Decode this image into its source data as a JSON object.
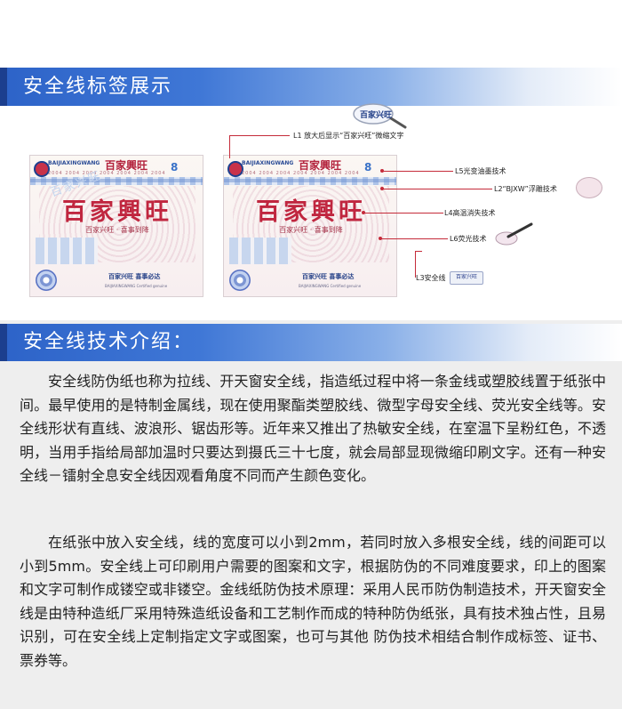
{
  "section1": {
    "title": "安全线标签展示"
  },
  "section2": {
    "title": "安全线技术介绍："
  },
  "ticket": {
    "pinyin": "BAIJIAXINGWANG",
    "brand": "百家興旺",
    "slogan": "百家兴旺 · 喜事到降",
    "bottom_brand": "百家兴旺  喜事必达",
    "bottom_pinyin": "BAIJIAXINGWANG  Certified genuine",
    "eight": "8",
    "micro_row": "2004 2004 2004 2004 2004 2004 2004"
  },
  "watermark": "百家兴旺",
  "magnifier_text": "百家兴旺",
  "pill_text": "百家兴旺",
  "annotations": {
    "l1": "L1 放大后显示“百家兴旺”微缩文字",
    "l5": "L5光变油墨技术",
    "l2": "L2“BJXW”浮雕技术",
    "l4": "L4高温消失技术",
    "l6": "L6荧光技术",
    "l3": "L3安全线"
  },
  "colors": {
    "banner_blue": "#2d63c8",
    "annotation_red": "#c52b3a",
    "brand_red": "#c0263f"
  },
  "paragraphs": {
    "p1": "安全线防伪纸也称为拉线、开天窗安全线，指造纸过程中将一条金线或塑胶线置于纸张中间。最早使用的是特制金属线，现在使用聚酯类塑胶线、微型字母安全线、荧光安全线等。安全线形状有直线、波浪形、锯齿形等。近年来又推出了热敏安全线，在室温下呈粉红色，不透明，当用手指给局部加温时只要达到摄氏三十七度，就会局部显现微缩印刷文字。还有一种安全线－镭射全息安全线因观看角度不同而产生颜色变化。",
    "p2": "在纸张中放入安全线，线的宽度可以小到2mm，若同时放入多根安全线，线的间距可以小到5mm。安全线上可印刷用户需要的图案和文字，根据防伪的不同难度要求，印上的图案和文字可制作成镂空或非镂空。金线纸防伪技术原理：采用人民币防伪制造技术，开天窗安全线是由特种造纸厂采用特殊造纸设备和工艺制作而成的特种防伪纸张，具有技术独占性，且易识别，可在安全线上定制指定文字或图案，也可与其他 防伪技术相结合制作成标签、证书、票券等。"
  }
}
